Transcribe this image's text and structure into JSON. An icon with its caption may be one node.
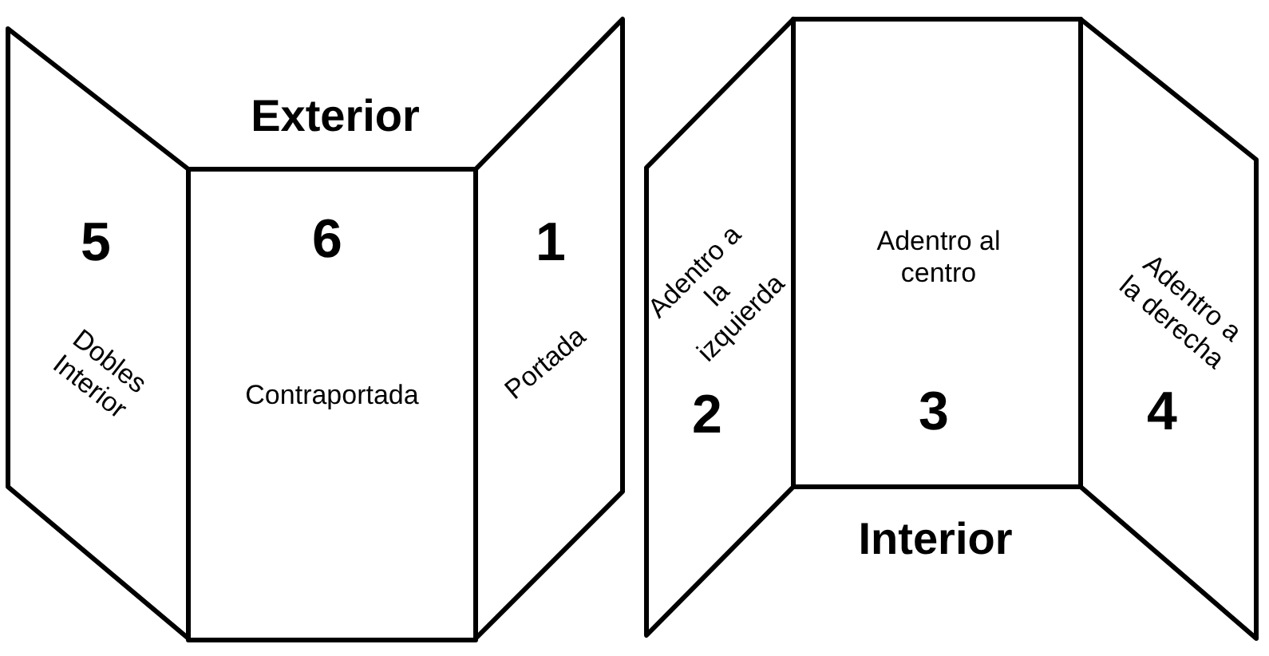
{
  "diagram": {
    "nodes": [
      {
        "text": [
          "5",
          "Dobles Interior"
        ]
      },
      {
        "text": [
          "6",
          "Contraportada"
        ]
      },
      {
        "text": [
          "1",
          "Portada"
        ]
      },
      {
        "text": [
          "Adentro a la izquierda",
          "2"
        ]
      },
      {
        "text": [
          "Adentro al centro",
          "3"
        ]
      },
      {
        "text": [
          "Adentro a la derecha",
          "4"
        ]
      }
    ],
    "labels": [
      "Exterior",
      "Interior"
    ]
  }
}
